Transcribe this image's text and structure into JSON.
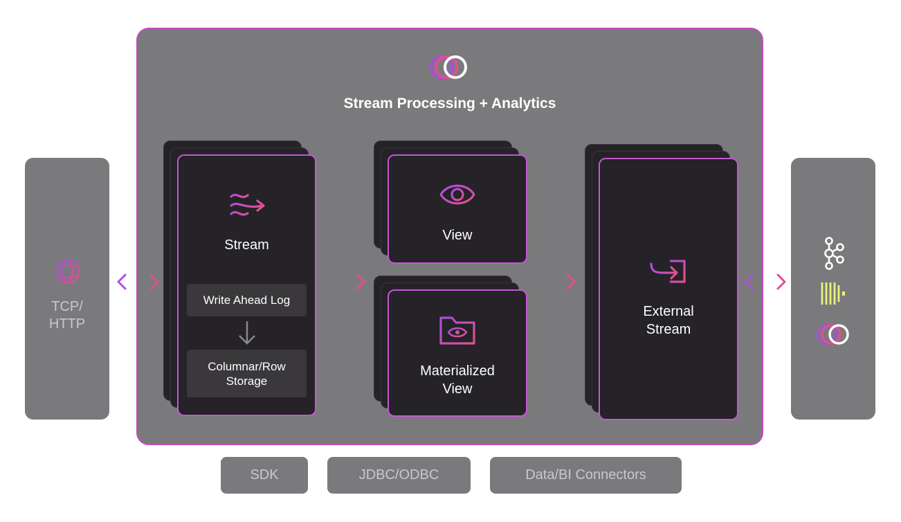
{
  "main": {
    "title": "Stream Processing + Analytics"
  },
  "left_source": {
    "label_line1": "TCP/",
    "label_line2": "HTTP",
    "icon": "globe-icon"
  },
  "stream_card": {
    "label": "Stream",
    "icon": "stream-waves-icon",
    "write_ahead_log": "Write Ahead Log",
    "storage_line1": "Columnar/Row",
    "storage_line2": "Storage"
  },
  "view_card": {
    "label": "View",
    "icon": "eye-icon"
  },
  "mv_card": {
    "label_line1": "Materialized",
    "label_line2": "View",
    "icon": "folder-eye-icon"
  },
  "external_card": {
    "label_line1": "External",
    "label_line2": "Stream",
    "icon": "arrow-into-box-icon"
  },
  "right_targets": {
    "icons": [
      "kafka-icon",
      "redpanda-icon",
      "timeplus-icon"
    ]
  },
  "bottom": {
    "sdk": "SDK",
    "jdbc": "JDBC/ODBC",
    "connectors": "Data/BI Connectors"
  },
  "colors": {
    "accent_pink": "#e0508e",
    "accent_purple": "#a64fdc",
    "panel_gray": "#7a7a7c",
    "card_dark": "#252228",
    "yellow_icon": "#e8f07a"
  }
}
